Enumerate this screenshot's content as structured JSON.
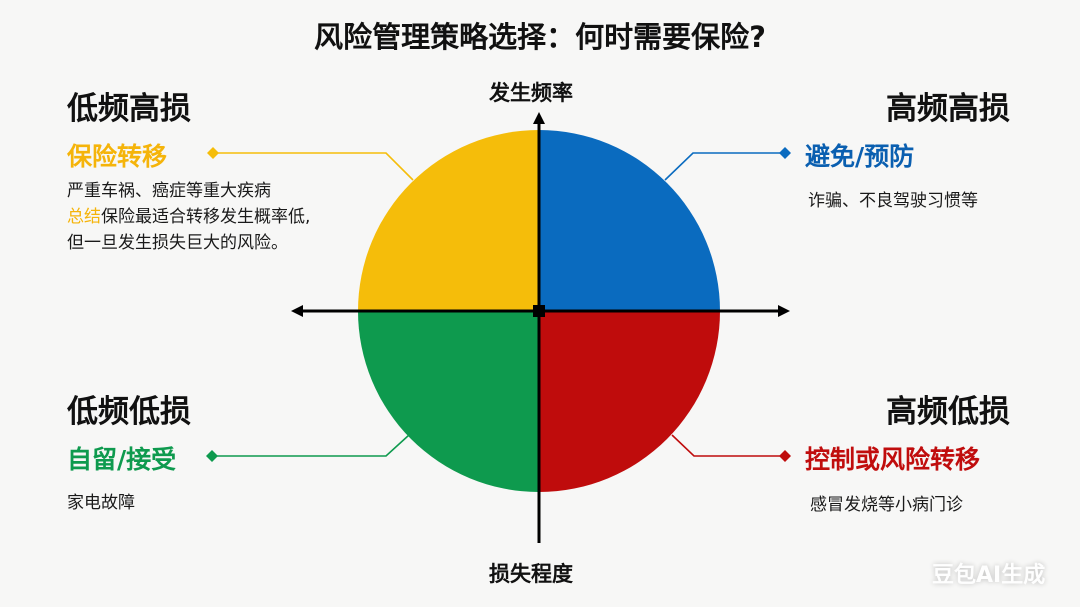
{
  "title": "风险管理策略选择：何时需要保险?",
  "axes": {
    "vertical_label": "发生频率",
    "horizontal_label": "损失程度"
  },
  "quadrants": {
    "top_left": {
      "title": "低频高损",
      "strategy": "保险转移",
      "color": "#f5bd0a",
      "examples": "严重车祸、癌症等重大疾病",
      "summary_highlight": "总结",
      "summary_rest": "保险最适合转移发生概率低,",
      "summary_line2": "但一旦发生损失巨大的风险。"
    },
    "top_right": {
      "title": "高频高损",
      "strategy": "避免/预防",
      "color": "#0a6bbf",
      "examples": "诈骗、不良驾驶习惯等"
    },
    "bottom_left": {
      "title": "低频低损",
      "strategy": "自留/接受",
      "color": "#0e9a4e",
      "examples": "家电故障"
    },
    "bottom_right": {
      "title": "高频低损",
      "strategy": "控制或风险转移",
      "color": "#c00d0d",
      "examples": "感冒发烧等小病门诊"
    }
  },
  "watermark": "豆包AI生成"
}
